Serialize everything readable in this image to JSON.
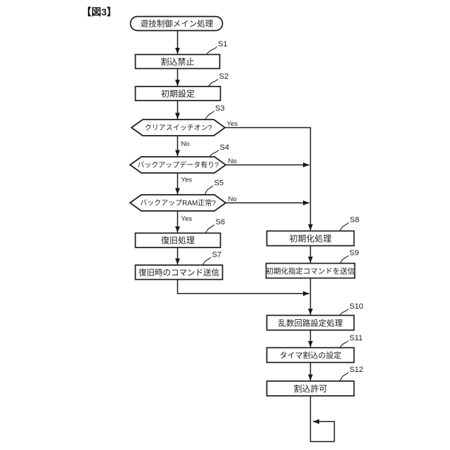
{
  "figure": {
    "title": "【図3】"
  },
  "flowchart": {
    "start": {
      "label": "遊技制御メイン処理"
    },
    "steps": {
      "s1": {
        "id": "S1",
        "label": "割込禁止"
      },
      "s2": {
        "id": "S2",
        "label": "初期設定"
      },
      "s3": {
        "id": "S3",
        "label": "クリアスイッチオン?"
      },
      "s4": {
        "id": "S4",
        "label": "バックアップデータ有り?"
      },
      "s5": {
        "id": "S5",
        "label": "バックアップRAM正常?"
      },
      "s6": {
        "id": "S6",
        "label": "復旧処理"
      },
      "s7": {
        "id": "S7",
        "label": "復旧時のコマンド送信"
      },
      "s8": {
        "id": "S8",
        "label": "初期化処理"
      },
      "s9": {
        "id": "S9",
        "label": "初期化指定コマンドを送信"
      },
      "s10": {
        "id": "S10",
        "label": "乱数回路設定処理"
      },
      "s11": {
        "id": "S11",
        "label": "タイマ割込の設定"
      },
      "s12": {
        "id": "S12",
        "label": "割込許可"
      }
    },
    "branches": {
      "s3_yes": "Yes",
      "s3_no": "No",
      "s4_no": "No",
      "s4_yes": "Yes",
      "s5_no": "No",
      "s5_yes": "Yes"
    }
  },
  "colors": {
    "line": "#1a1a1a",
    "background": "#ffffff"
  }
}
